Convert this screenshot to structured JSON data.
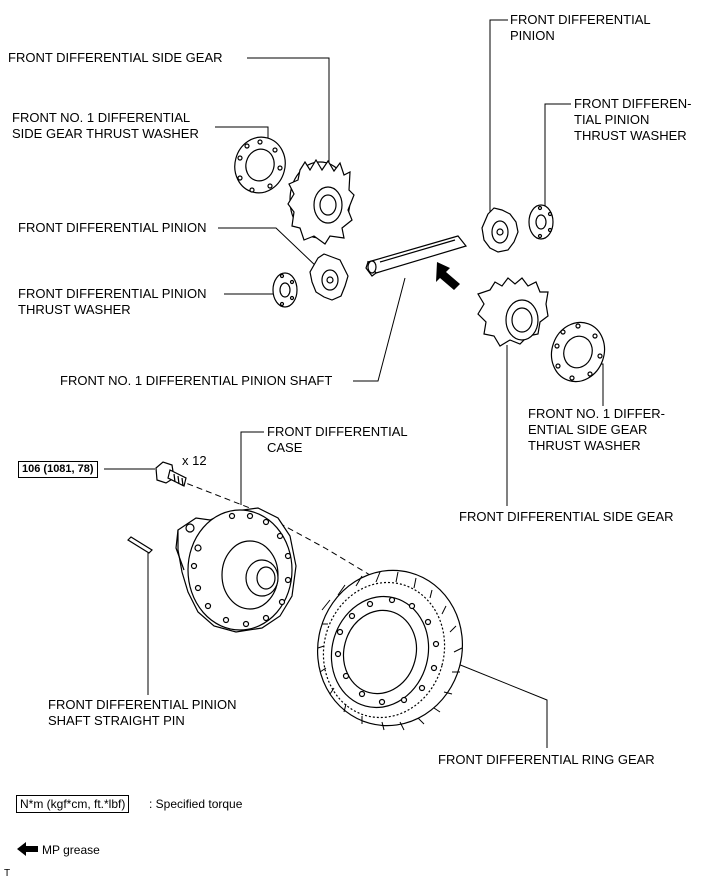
{
  "labels": {
    "side_gear_left": "FRONT DIFFERENTIAL SIDE GEAR",
    "thrust_washer_left_1": "FRONT NO. 1 DIFFERENTIAL",
    "thrust_washer_left_2": "SIDE GEAR THRUST WASHER",
    "pinion_left": "FRONT DIFFERENTIAL PINION",
    "pinion_washer_left_1": "FRONT DIFFERENTIAL PINION",
    "pinion_washer_left_2": "THRUST WASHER",
    "pinion_shaft": "FRONT NO. 1 DIFFERENTIAL PINION SHAFT",
    "pinion_right_1": "FRONT DIFFERENTIAL",
    "pinion_right_2": "PINION",
    "pinion_washer_right_1": "FRONT DIFFEREN-",
    "pinion_washer_right_2": "TIAL PINION",
    "pinion_washer_right_3": "THRUST WASHER",
    "thrust_washer_right_1": "FRONT NO. 1 DIFFER-",
    "thrust_washer_right_2": "ENTIAL SIDE GEAR",
    "thrust_washer_right_3": "THRUST WASHER",
    "case_1": "FRONT DIFFERENTIAL",
    "case_2": "CASE",
    "side_gear_right": "FRONT DIFFERENTIAL SIDE GEAR",
    "straight_pin_1": "FRONT DIFFERENTIAL PINION",
    "straight_pin_2": "SHAFT STRAIGHT PIN",
    "ring_gear": "FRONT DIFFERENTIAL RING GEAR",
    "torque_value": "106 (1081, 78)",
    "bolt_qty": "x 12"
  },
  "legend": {
    "torque_units": "N*m (kgf*cm, ft.*lbf)",
    "torque_desc": ": Specified torque",
    "grease_desc": "MP grease"
  },
  "footer_mark": "T"
}
